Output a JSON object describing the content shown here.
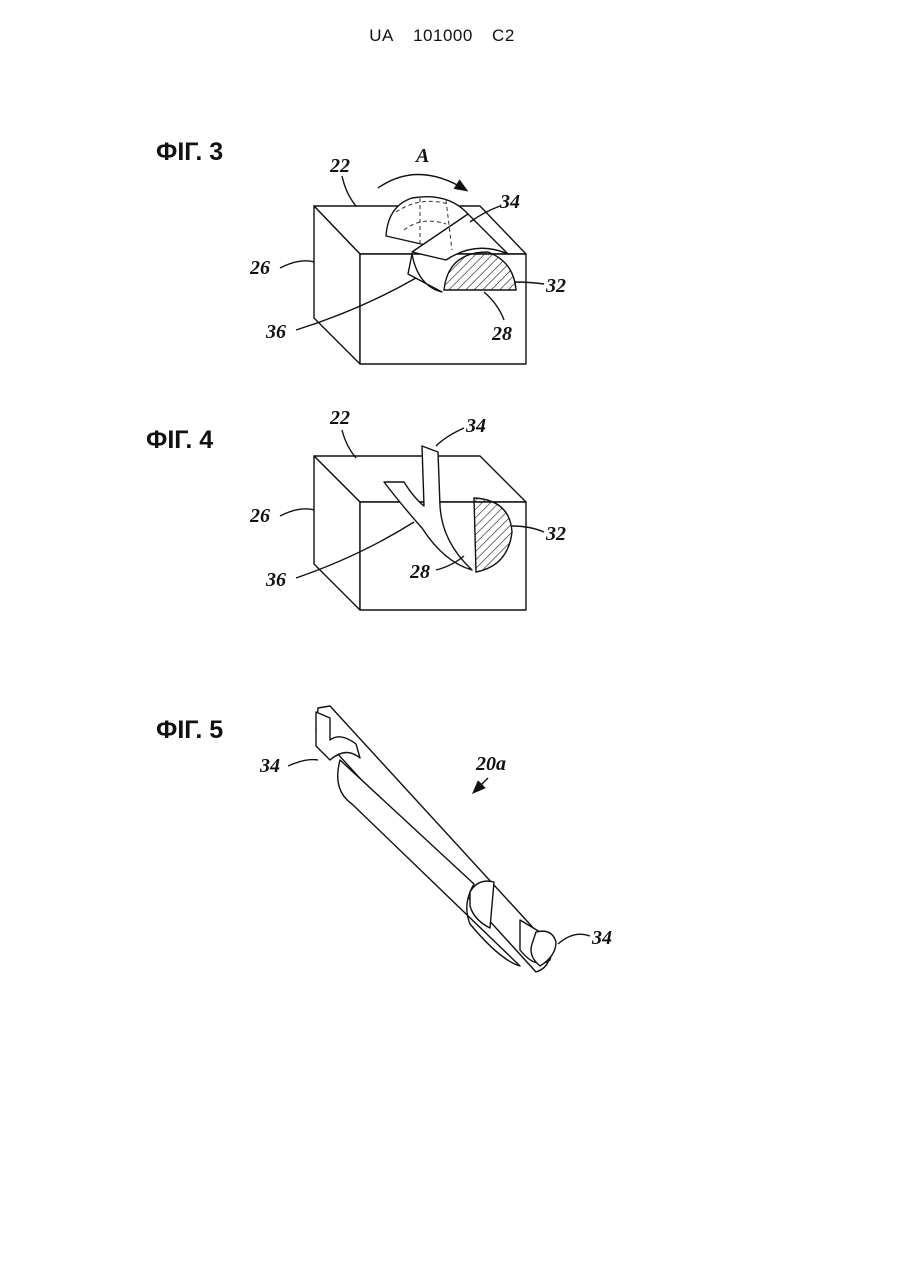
{
  "header": {
    "country": "UA",
    "number": "101000",
    "kind": "C2"
  },
  "figures": [
    {
      "title": "ФІГ. 3",
      "labels": {
        "l22": "22",
        "lA": "A",
        "l34": "34",
        "l26": "26",
        "l32": "32",
        "l36": "36",
        "l28": "28"
      }
    },
    {
      "title": "ФІГ. 4",
      "labels": {
        "l22": "22",
        "l34": "34",
        "l26": "26",
        "l32": "32",
        "l36": "36",
        "l28": "28"
      }
    },
    {
      "title": "ФІГ. 5",
      "labels": {
        "l34a": "34",
        "l20a": "20a",
        "l34b": "34"
      }
    }
  ]
}
